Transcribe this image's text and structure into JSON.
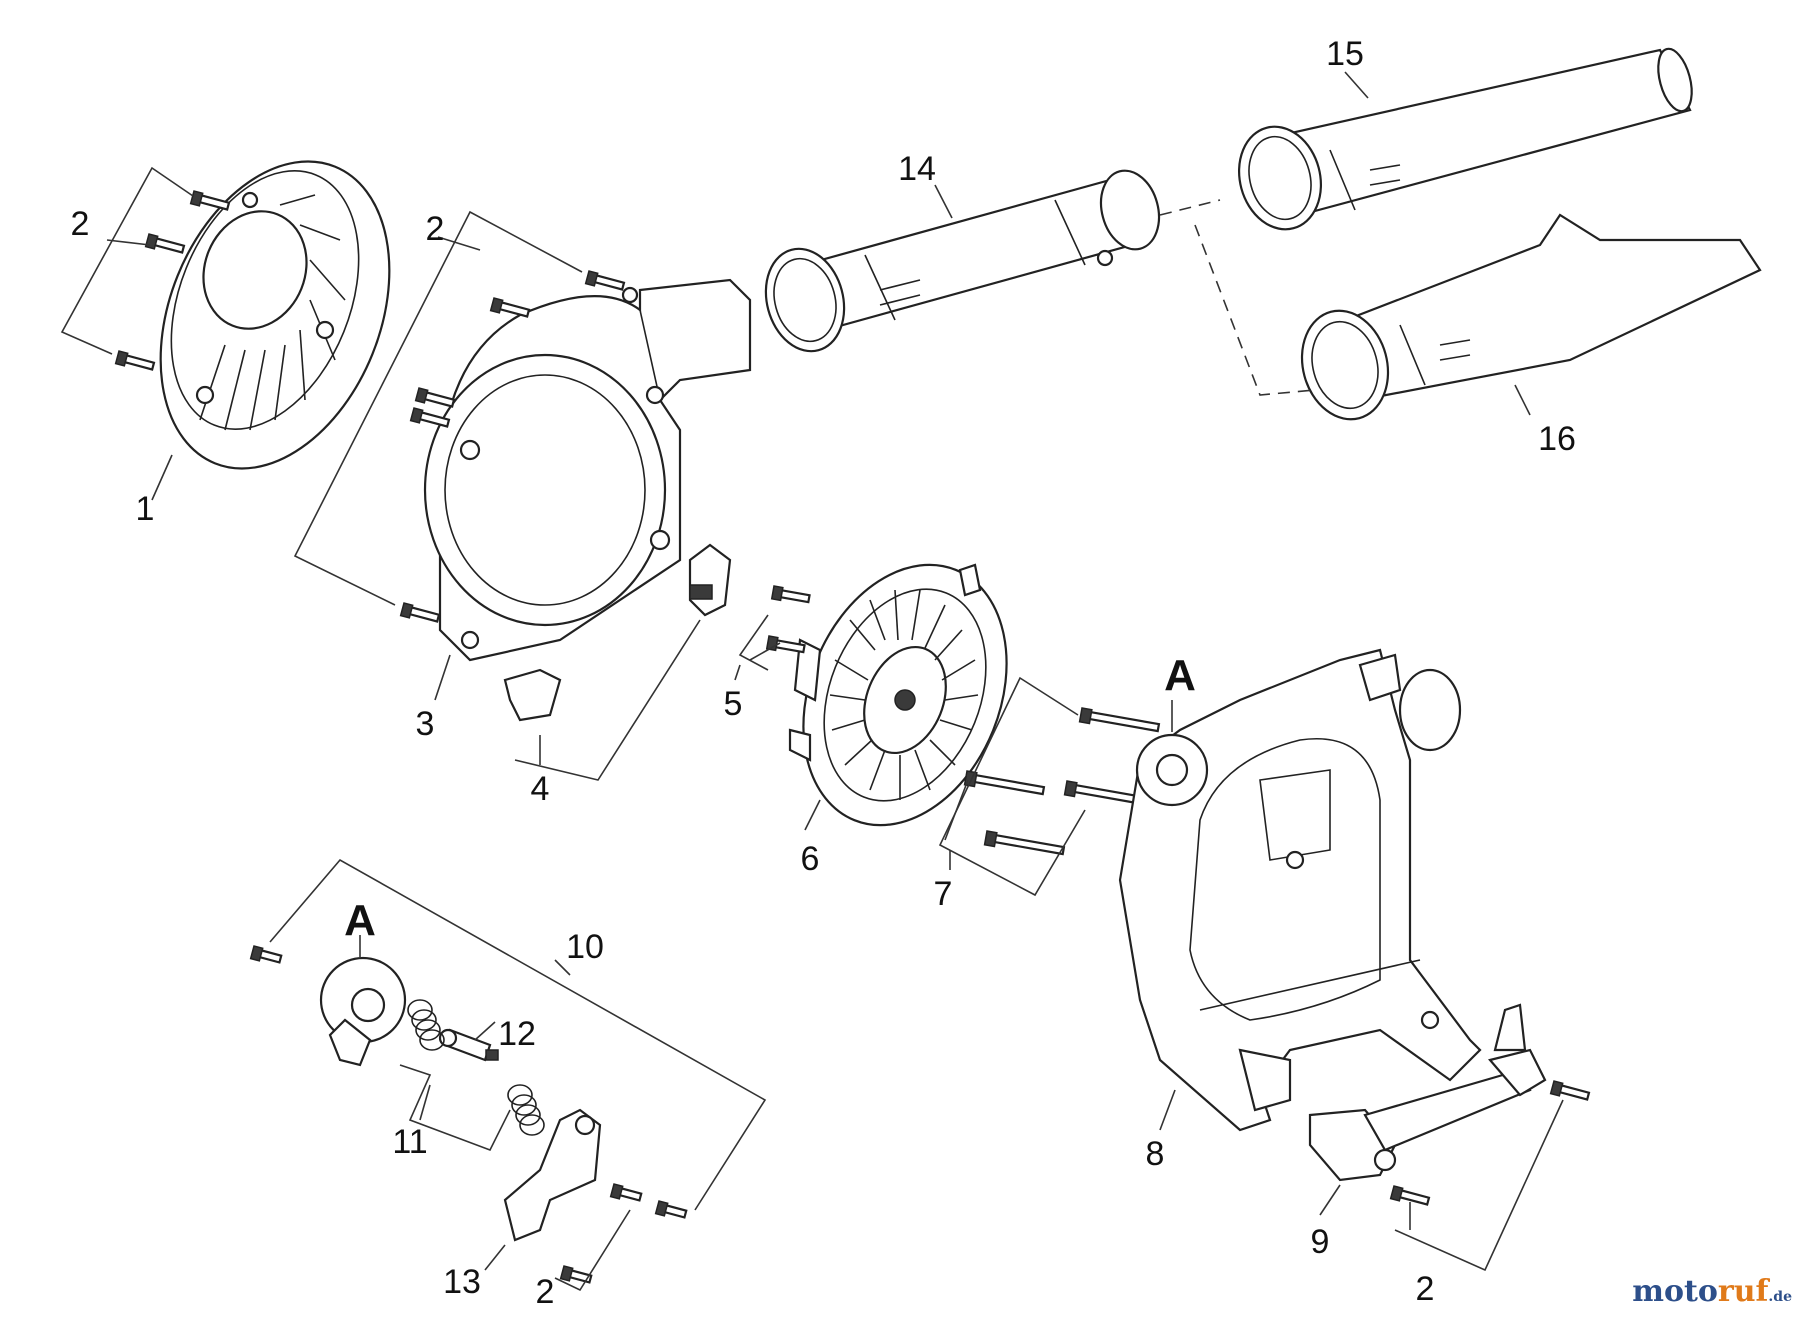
{
  "callouts": {
    "c1": "1",
    "c2a": "2",
    "c2b": "2",
    "c2c": "2",
    "c2d": "2",
    "c3": "3",
    "c4": "4",
    "c5": "5",
    "c6": "6",
    "c7": "7",
    "c8": "8",
    "c9": "9",
    "c10": "10",
    "c11": "11",
    "c12": "12",
    "c13": "13",
    "c14": "14",
    "c15": "15",
    "c16": "16",
    "detailA1": "A",
    "detailA2": "A"
  },
  "watermark": {
    "part1": "moto",
    "part2": "ruf",
    "part3": ".de"
  }
}
